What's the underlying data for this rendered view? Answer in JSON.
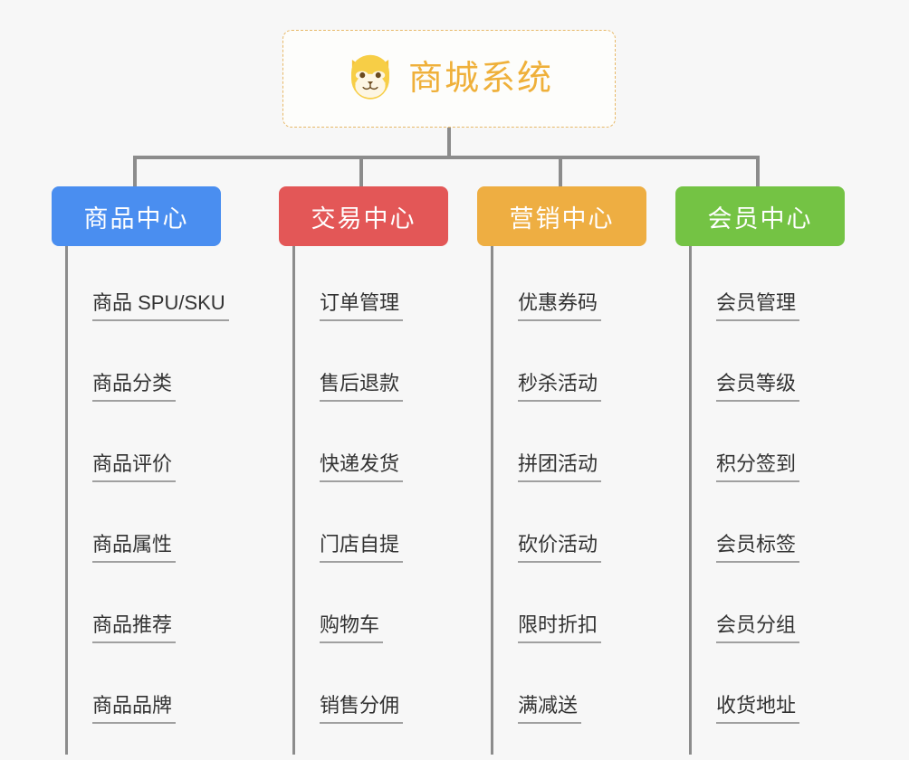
{
  "root": {
    "title": "商城系统",
    "icon": "shiba-dog-icon",
    "border_color": "#e8b968",
    "text_color": "#efb03a"
  },
  "colors": {
    "background": "#f7f7f7",
    "connector": "#8c8c8c",
    "leaf_text": "#333333",
    "leaf_underline": "#a0a0a0"
  },
  "columns": [
    {
      "title": "商品中心",
      "color": "#4a8ef0",
      "items": [
        "商品 SPU/SKU",
        "商品分类",
        "商品评价",
        "商品属性",
        "商品推荐",
        "商品品牌"
      ]
    },
    {
      "title": "交易中心",
      "color": "#e35757",
      "items": [
        "订单管理",
        "售后退款",
        "快递发货",
        "门店自提",
        "购物车",
        "销售分佣"
      ]
    },
    {
      "title": "营销中心",
      "color": "#eeae42",
      "items": [
        "优惠券码",
        "秒杀活动",
        "拼团活动",
        "砍价活动",
        "限时折扣",
        "满减送"
      ]
    },
    {
      "title": "会员中心",
      "color": "#74c344",
      "items": [
        "会员管理",
        "会员等级",
        "积分签到",
        "会员标签",
        "会员分组",
        "收货地址"
      ]
    }
  ]
}
